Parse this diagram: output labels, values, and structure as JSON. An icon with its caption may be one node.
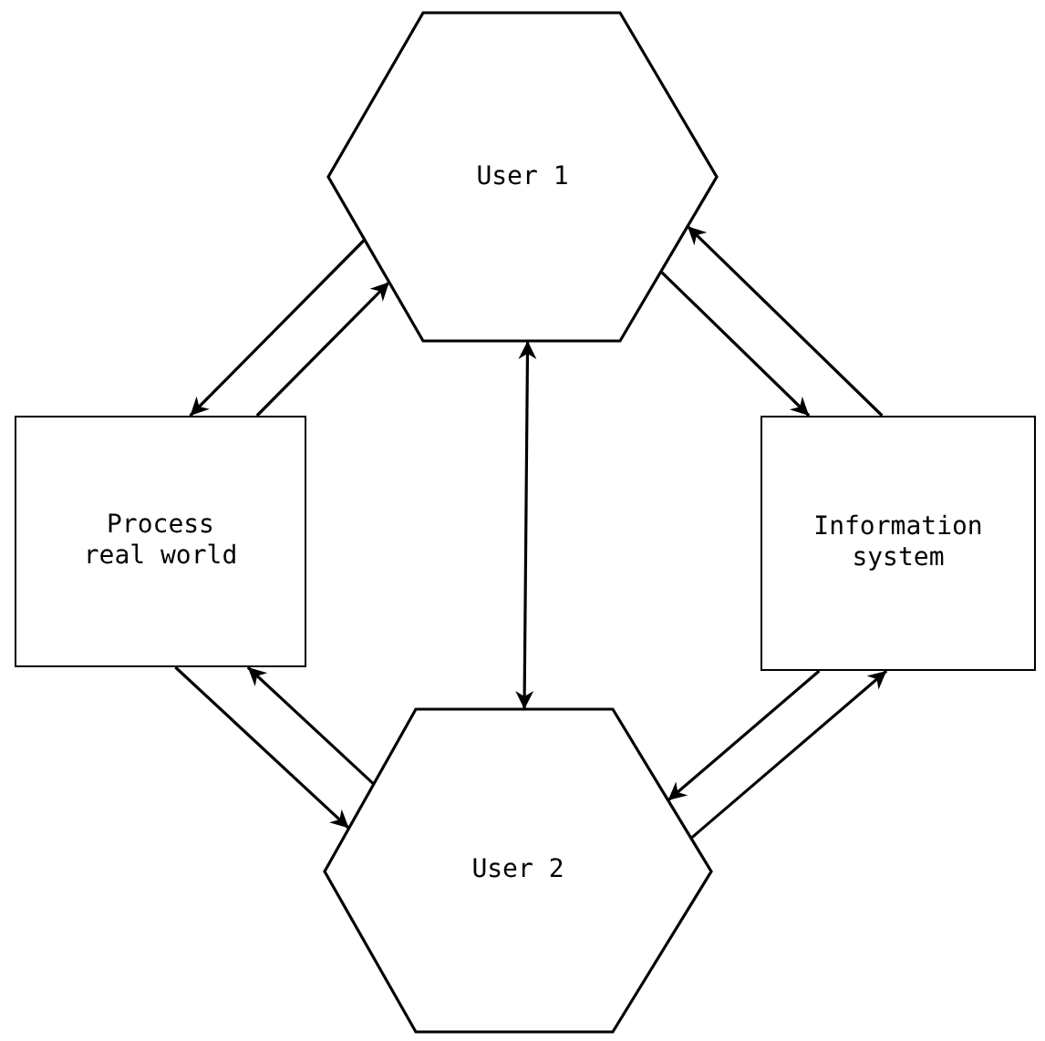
{
  "diagram": {
    "nodes": [
      {
        "text": [
          "User 1"
        ]
      },
      {
        "text": [
          "Process real world"
        ]
      },
      {
        "text": [
          "Information system"
        ]
      },
      {
        "text": [
          "User 2"
        ]
      }
    ],
    "edges": [
      {
        "from": 0,
        "to": 1,
        "arrow": "to"
      },
      {
        "from": 1,
        "to": 0,
        "arrow": "to"
      },
      {
        "from": 0,
        "to": 2,
        "arrow": "to"
      },
      {
        "from": 2,
        "to": 0,
        "arrow": "to"
      },
      {
        "from": 1,
        "to": 3,
        "arrow": "to"
      },
      {
        "from": 3,
        "to": 1,
        "arrow": "to"
      },
      {
        "from": 2,
        "to": 3,
        "arrow": "to"
      },
      {
        "from": 3,
        "to": 2,
        "arrow": "to"
      },
      {
        "from": 0,
        "to": 3,
        "arrow": "both"
      }
    ]
  }
}
